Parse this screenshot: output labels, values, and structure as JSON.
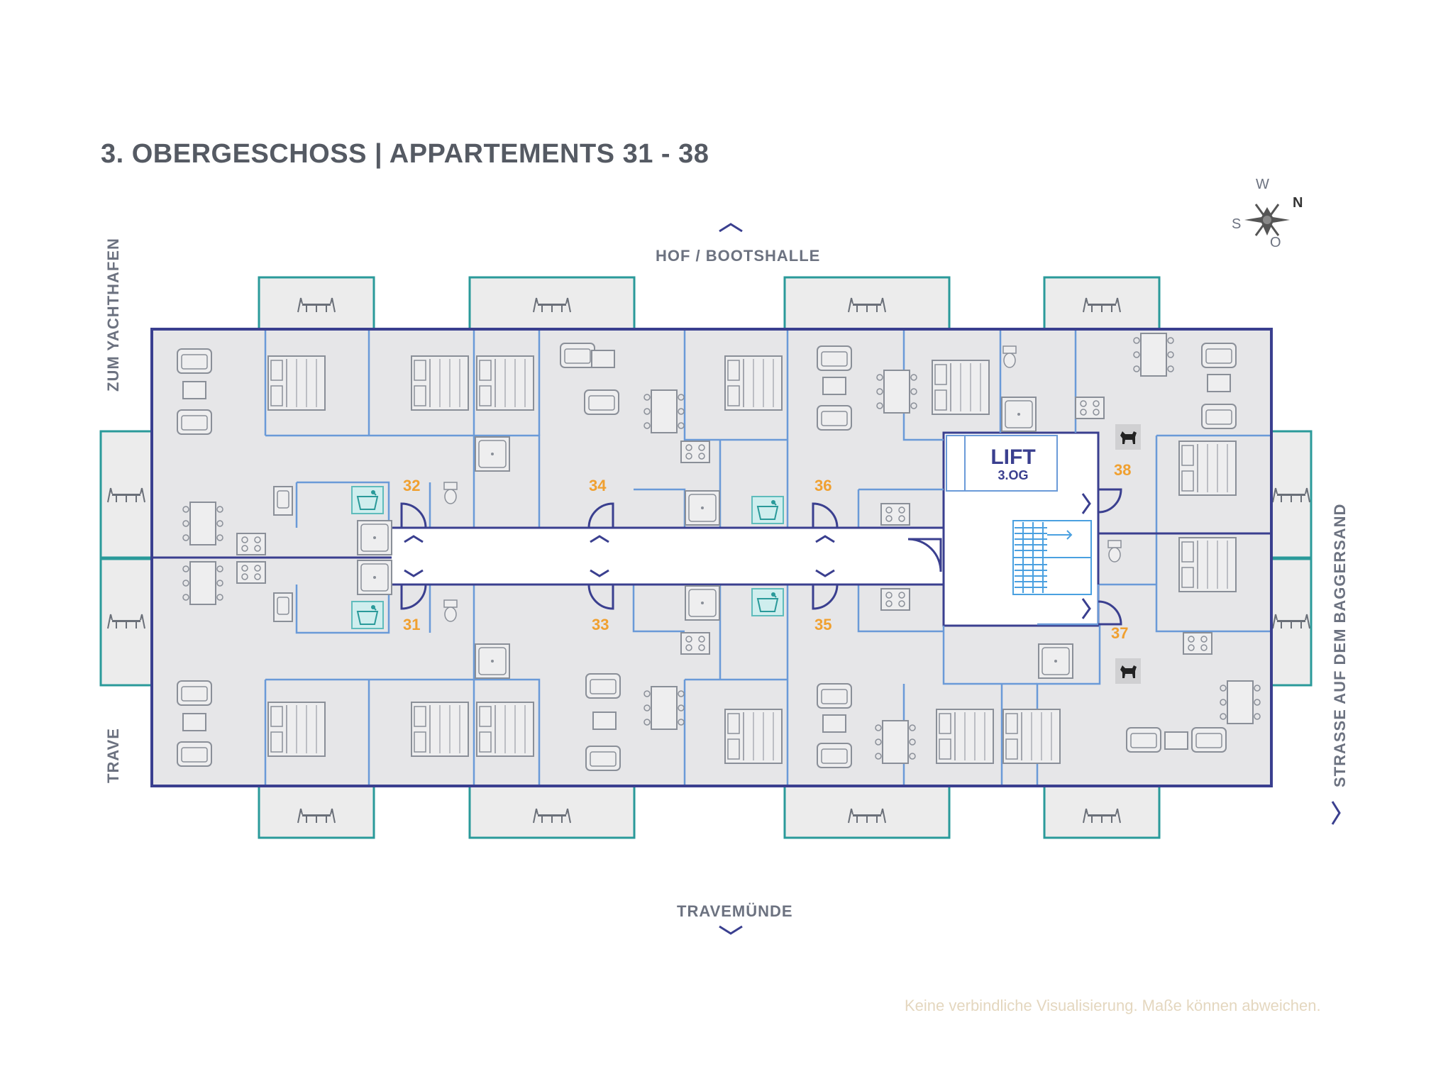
{
  "title": "3. OBERGESCHOSS | APPARTEMENTS 31 - 38",
  "directions": {
    "top": "HOF / BOOTSHALLE",
    "bottom": "TRAVEMÜNDE",
    "left_top": "ZUM YACHTHAFEN",
    "left_bottom": "TRAVE",
    "right": "STRASSE AUF DEM BAGGERSAND"
  },
  "compass": {
    "w": "W",
    "n": "N",
    "s": "S",
    "o": "O"
  },
  "lift": {
    "label": "LIFT",
    "floor": "3.OG"
  },
  "apartments": [
    {
      "number": "31"
    },
    {
      "number": "32"
    },
    {
      "number": "33"
    },
    {
      "number": "34"
    },
    {
      "number": "35"
    },
    {
      "number": "36"
    },
    {
      "number": "37"
    },
    {
      "number": "38"
    }
  ],
  "disclaimer": "Keine verbindliche Visualisierung. Maße können abweichen.",
  "colors": {
    "outer_wall": "#3a3f8f",
    "inner_wall": "#6a9ad8",
    "balcony": "#2a9a9a",
    "floor": "#e6e6e8",
    "apt_number": "#f0a030",
    "furniture": "#8a8f98"
  },
  "icons": [
    "compass-icon",
    "balcony-table-icon",
    "bed-icon",
    "sofa-icon",
    "dining-table-icon",
    "kitchen-icon",
    "shower-icon",
    "wc-icon",
    "washing-icon",
    "dog-icon",
    "stairs-icon",
    "chevron-icon"
  ]
}
